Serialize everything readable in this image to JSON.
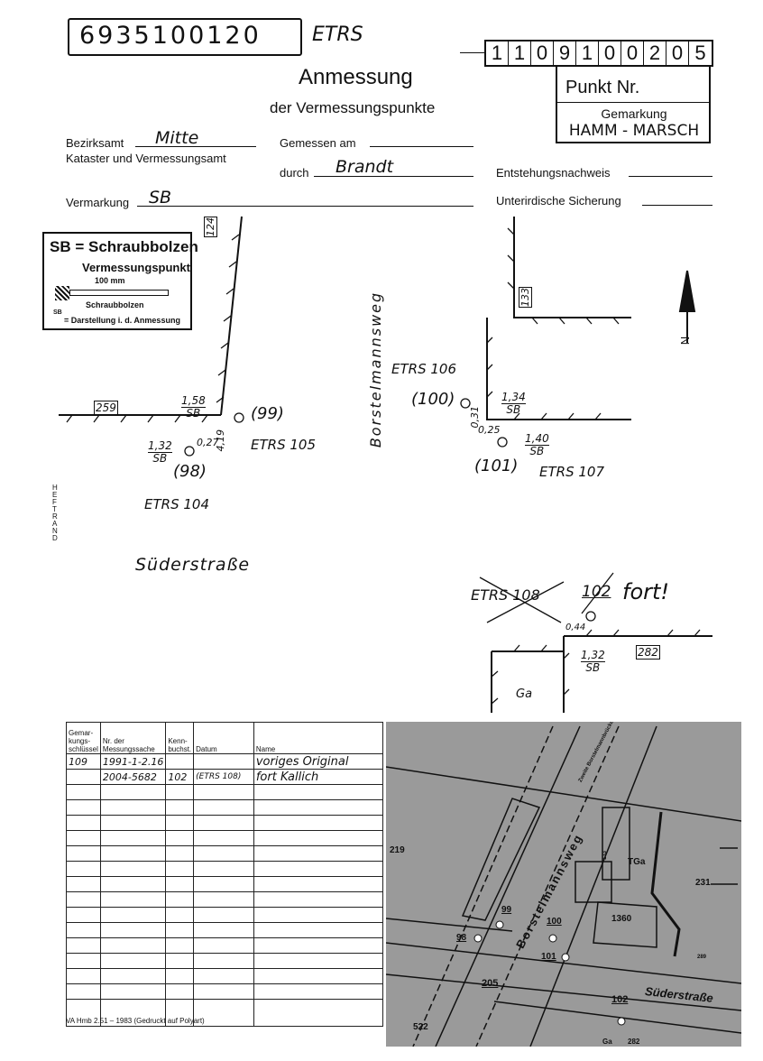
{
  "header": {
    "file_number": "6935100120",
    "file_suffix": "ETRS",
    "punkt_digits": [
      "1",
      "1",
      "0",
      "9",
      "1",
      "0",
      "0",
      "2",
      "0",
      "5"
    ],
    "title": "Anmessung",
    "subtitle": "der Vermessungspunkte",
    "punkt_nr_label": "Punkt Nr.",
    "gemarkung_label": "Gemarkung",
    "gemarkung_value": "HAMM - MARSCH"
  },
  "form": {
    "bezirksamt_label": "Bezirksamt",
    "bezirksamt_value": "Mitte",
    "kataster_label": "Kataster und Vermessungsamt",
    "gemessen_label": "Gemessen am",
    "gemessen_value": "",
    "durch_label": "durch",
    "durch_value": "Brandt",
    "entstehung_label": "Entstehungsnachweis",
    "vermarkung_label": "Vermarkung",
    "vermarkung_value": "SB",
    "sicherung_label": "Unterirdische Sicherung"
  },
  "legend": {
    "title": "SB = Schraubbolzen",
    "vp": "Vermessungspunkt",
    "size": "100 mm",
    "bolt": "Schraubbolzen",
    "sym": "SB",
    "desc": "= Darstellung i. d. Anmessung"
  },
  "sketch": {
    "l124": "124",
    "l259": "259",
    "m158": "1,58",
    "sb": "SB",
    "p99": "(99)",
    "e105": "ETRS 105",
    "d027": "0,27",
    "d419": "4,19",
    "m132a": "1,32",
    "p98": "(98)",
    "e104": "ETRS 104",
    "street1": "Borstelmannsweg",
    "l133": "133",
    "north": "N",
    "e106": "ETRS 106",
    "p100": "(100)",
    "m134": "1,34",
    "d031": "0,31",
    "d025": "0,25",
    "m140": "1,40",
    "p101": "(101)",
    "e107": "ETRS 107",
    "heftrand": "HEFTRAND",
    "street2": "Süderstraße",
    "e108": "ETRS 108",
    "p102": "102",
    "fort": "fort!",
    "d044": "0,44",
    "m132b": "1,32",
    "l282": "282",
    "ga": "Ga"
  },
  "table": {
    "headers": [
      "Gemar-kungs-schlüssel",
      "Nr. der Messungssache",
      "Kenn-buchst.",
      "Datum",
      "Name"
    ],
    "rows": [
      [
        "109",
        "1991-1-2.16",
        "",
        "",
        "voriges Original"
      ],
      [
        "",
        "2004-5682",
        "102",
        "(ETRS 108)",
        "fort   Kallich"
      ]
    ]
  },
  "footer": "VA Hmb 2.51 – 1983 (Gedruckt auf Polyart)",
  "map": {
    "labels": [
      "219",
      "Borstelmannsweg",
      "Zweite Borstelmannbrücke",
      "TGa",
      "231",
      "1360",
      "99",
      "98",
      "100",
      "101",
      "205",
      "102",
      "Süderstraße",
      "522",
      "Ga",
      "282",
      "133",
      "289"
    ]
  }
}
